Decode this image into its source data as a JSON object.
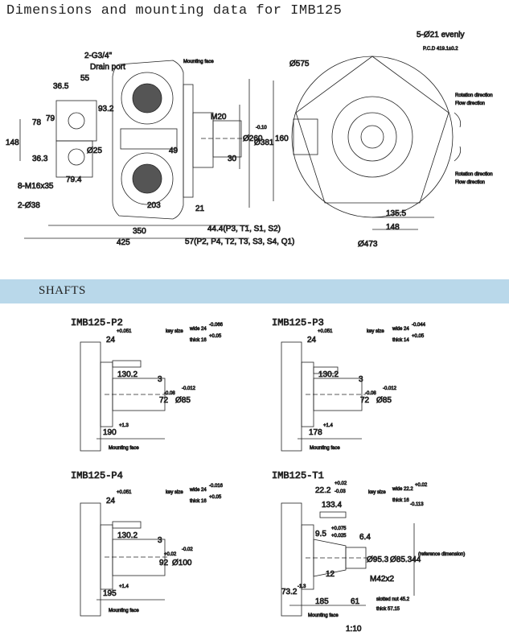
{
  "title": "Dimensions and mounting data for IMB125",
  "section_title": "SHAFTS",
  "main": {
    "g34": "2-G3/4\"",
    "drain": "Drain port",
    "mount": "Mounting face",
    "d55": "55",
    "d36_5": "36.5",
    "d93_2": "93.2",
    "d79": "79",
    "d78": "78",
    "d148": "148",
    "d36_3": "36.3",
    "d25": "Ø25",
    "m16": "8-M16x35",
    "d79_4": "79.4",
    "d38": "2-Ø38",
    "d49": "49",
    "d203": "203",
    "d21": "21",
    "m20": "M20",
    "d30": "30",
    "d260": "Ø260",
    "d381": "Ø381",
    "d381tol": "-0.10",
    "d160": "160",
    "d350": "350",
    "d425": "425",
    "d44_4": "44.4(P3, T1, S1, S2)",
    "d57": "57(P2, P4, T2, T3, S3, S4, Q1)"
  },
  "front": {
    "d575": "Ø575",
    "holes": "5-Ø21 evenly",
    "pcd": "P.C.D 419.1±0.2",
    "rot1": "Rotation direction",
    "flow1": "Flow direction",
    "rot2": "Rotation direction",
    "flow2": "Flow direction",
    "d135": "135.5",
    "d148": "148",
    "d473": "Ø473"
  },
  "shafts": [
    {
      "name": "IMB125-P2",
      "key_top": "24",
      "key_tol": "+0.051",
      "key_size": "key size",
      "wide": "wide 24",
      "wide_tol": "-0.066",
      "thick": "thick 16",
      "thick_tol": "+0.05",
      "d1": "130.2",
      "d2": "3",
      "d3": "72",
      "d3tol": "-0.08",
      "d4": "Ø85",
      "d4tol": "-0.012",
      "len": "190",
      "lentol": "+1.3",
      "mount": "Mounting face"
    },
    {
      "name": "IMB125-P3",
      "key_top": "24",
      "key_tol": "+0.051",
      "key_size": "key size",
      "wide": "wide 24",
      "wide_tol": "-0.044",
      "thick": "thick 14",
      "thick_tol": "+0.05",
      "d1": "130.2",
      "d2": "3",
      "d3": "72",
      "d3tol": "-0.08",
      "d4": "Ø85",
      "d4tol": "-0.012",
      "len": "178",
      "lentol": "+1.4",
      "mount": "Mounting face"
    },
    {
      "name": "IMB125-P4",
      "key_top": "24",
      "key_tol": "+0.051",
      "key_size": "key size",
      "wide": "wide 24",
      "wide_tol": "-0.016",
      "thick": "thick 16",
      "thick_tol": "+0.05",
      "d1": "130.2",
      "d2": "3",
      "d3": "92",
      "d3tol": "+0.02",
      "d4": "Ø100",
      "d4tol": "-0.02",
      "len": "195",
      "lentol": "+1.4",
      "mount": "Mounting face"
    }
  ],
  "t1": {
    "name": "IMB125-T1",
    "key_top": "22.2",
    "key_tol": "+0.02",
    "key_tol2": "-0.03",
    "key_size": "key size",
    "wide": "wide 22.2",
    "wide_tol": "+0.02",
    "thick": "thick 16",
    "thick_tol": "-0.113",
    "d133": "133.4",
    "d9_5": "9.5",
    "d9tol": "+0.075",
    "d9tol2": "+0.025",
    "d6_4": "6.4",
    "d95": "Ø95.3",
    "d85": "Ø85.344",
    "ref": "(reference dimension)",
    "d12": "12",
    "m42": "M42x2",
    "d73": "73.2",
    "d73tol": "-1.3",
    "d185": "185",
    "d61": "61",
    "nut": "slotted nut 45.2",
    "nut2": "thick 57.15",
    "mount": "Mounting face",
    "scale": "1:10"
  }
}
